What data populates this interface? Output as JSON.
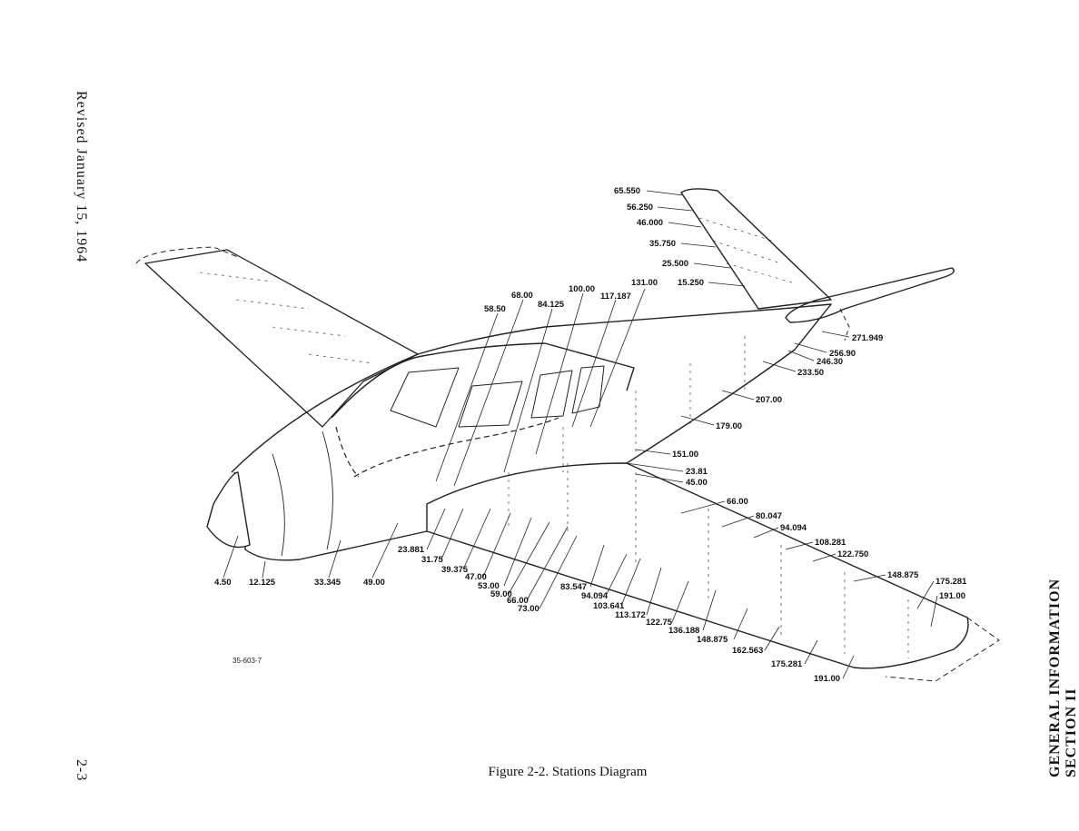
{
  "margin_left": {
    "revised": "Revised January 15, 1964",
    "page_number": "2-3"
  },
  "margin_right": {
    "section": "SECTION II",
    "title": "GENERAL INFORMATION"
  },
  "figure": {
    "caption": "Figure 2-2. Stations Diagram",
    "number": "35-603-7"
  },
  "stations": {
    "tail": [
      "65.550",
      "56.250",
      "46.000",
      "35.750",
      "25.500",
      "15.250"
    ],
    "fuselage_top": [
      "58.50",
      "68.00",
      "84.125",
      "100.00",
      "117.187",
      "131.00"
    ],
    "fuselage_aft": [
      "271.949",
      "256.90",
      "246.30",
      "233.50",
      "207.00",
      "179.00",
      "151.00"
    ],
    "wing_root": [
      "23.81",
      "45.00"
    ],
    "wing_leading": [
      "66.00",
      "80.047",
      "94.094",
      "108.281",
      "122.750",
      "148.875",
      "175.281",
      "191.00"
    ],
    "nose": [
      "4.50",
      "12.125",
      "33.345",
      "49.00"
    ],
    "wing_lower": [
      "23.881",
      "31.75",
      "39.375",
      "47.00",
      "53.00",
      "59.00",
      "66.00",
      "73.00",
      "83.547",
      "94.094",
      "103.641",
      "113.172",
      "122.75",
      "136.188",
      "148.875",
      "162.563",
      "175.281",
      "191.00"
    ]
  }
}
